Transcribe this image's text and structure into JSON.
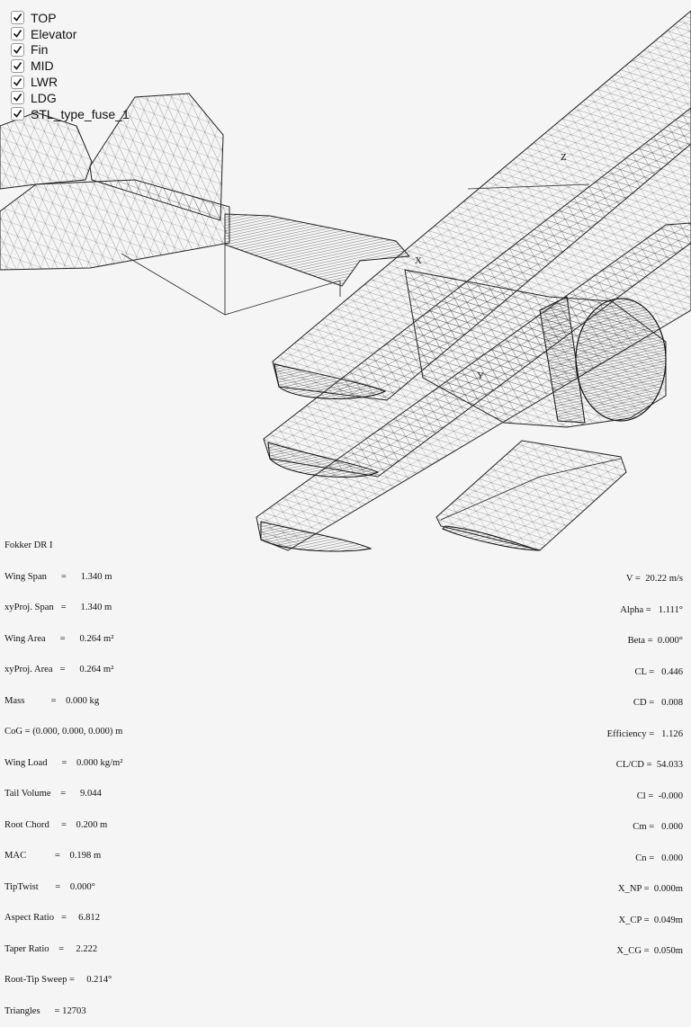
{
  "layers": [
    {
      "label": "TOP",
      "checked": true
    },
    {
      "label": "Elevator",
      "checked": true
    },
    {
      "label": "Fin",
      "checked": true
    },
    {
      "label": "MID",
      "checked": true
    },
    {
      "label": "LWR",
      "checked": true
    },
    {
      "label": "LDG",
      "checked": true
    },
    {
      "label": "STL_type_fuse_1",
      "checked": true
    }
  ],
  "axes": {
    "x": "X",
    "y": "Y",
    "z": "Z"
  },
  "plane_name": "Fokker DR I",
  "geometry_stats": [
    "Wing Span      =      1.340 m",
    "xyProj. Span   =      1.340 m",
    "Wing Area      =      0.264 m²",
    "xyProj. Area   =      0.264 m²",
    "Mass           =    0.000 kg",
    "CoG = (0.000, 0.000, 0.000) m",
    "Wing Load      =    0.000 kg/m²",
    "Tail Volume    =      9.044",
    "Root Chord     =    0.200 m",
    "MAC            =    0.198 m",
    "TipTwist       =    0.000°",
    "Aspect Ratio   =     6.812",
    "Taper Ratio    =     2.222",
    "Root-Tip Sweep =     0.214°",
    "Triangles      = 12703"
  ],
  "aero_stats": [
    "V =  20.22 m/s",
    "Alpha =   1.111°",
    "Beta =  0.000°",
    "CL =   0.446",
    "CD =   0.008",
    "Efficiency =   1.126",
    "CL/CD =  54.033",
    "Cl =  -0.000",
    "Cm =   0.000",
    "Cn =   0.000",
    "X_NP =  0.000m",
    "X_CP =  0.049m",
    "X_CG =  0.050m"
  ]
}
